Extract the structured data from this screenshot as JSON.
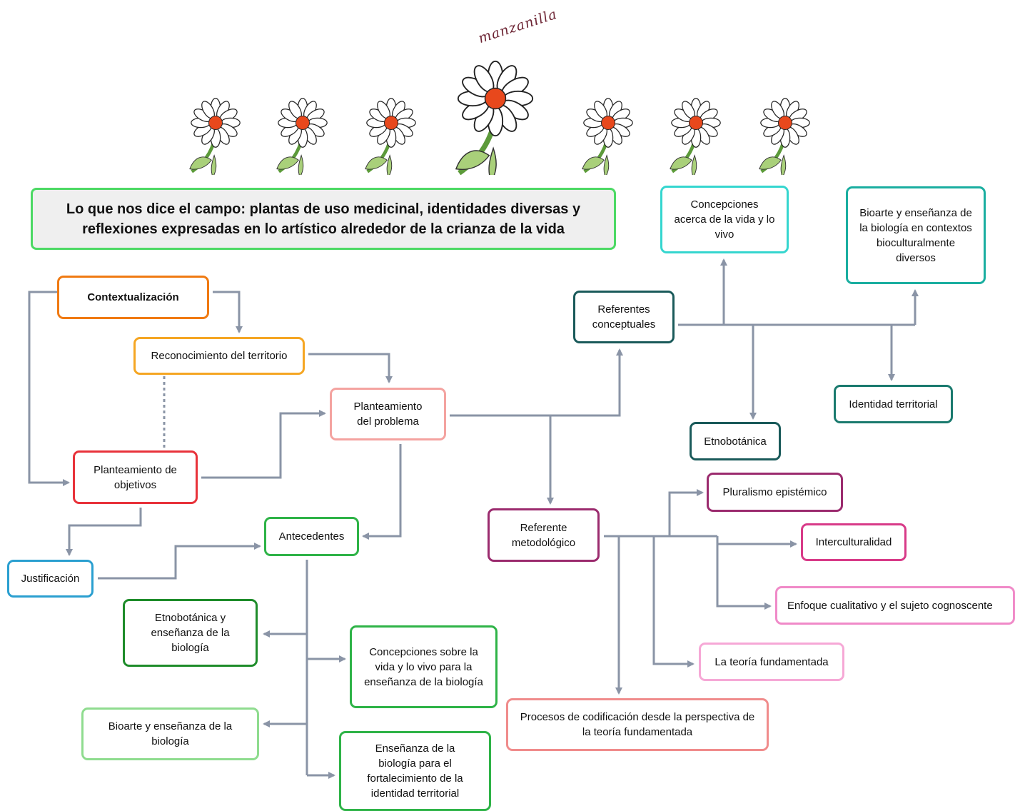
{
  "header": {
    "handwritten_word": "manzanilla",
    "title": "Lo que nos dice el campo: plantas de uso medicinal, identidades diversas y reflexiones expresadas en lo artístico alrededor de la crianza de la vida"
  },
  "nodes": {
    "contextualizacion": "Contextualización",
    "reconocimiento": "Reconocimiento del territorio",
    "planteamiento_objetivos": "Planteamiento de objetivos",
    "planteamiento_problema": "Planteamiento del problema",
    "justificacion": "Justificación",
    "antecedentes": "Antecedentes",
    "etnobotanica_ensenanza": "Etnobotánica y enseñanza de la biología",
    "concepciones_vida": "Concepciones sobre la vida y lo vivo para la enseñanza de la biología",
    "bioarte_ensenanza": "Bioarte y enseñanza de la biología",
    "ensenanza_identidad": "Enseñanza de la biología para el fortalecimiento de la identidad territorial",
    "referentes_conceptuales": "Referentes conceptuales",
    "concepciones_acerca": "Concepciones acerca de la vida y lo vivo",
    "bioarte_contextos": "Bioarte y enseñanza de la biología en contextos bioculturalmente diversos",
    "etnobotanica": "Etnobotánica",
    "identidad_territorial": "Identidad territorial",
    "referente_metodologico": "Referente metodológico",
    "pluralismo": "Pluralismo epistémico",
    "interculturalidad": "Interculturalidad",
    "enfoque_cualitativo": "Enfoque cualitativo y el sujeto cognoscente",
    "teoria_fundamentada": "La teoría fundamentada",
    "procesos_codificacion": "Procesos de codificación desde la perspectiva de la teoría fundamentada"
  },
  "colors": {
    "orange": "#f07a12",
    "amber": "#f5a623",
    "red": "#e8323a",
    "salmon": "#f4a3a0",
    "blue": "#2a9fd0",
    "green": "#2eb347",
    "dark_green": "#1e8c2a",
    "light_green": "#8fdc8f",
    "teal_dark": "#1a5a5a",
    "cyan": "#35d6cf",
    "teal": "#1aaea0",
    "teal_mid": "#1a7a6e",
    "purple": "#9b2b6e",
    "magenta": "#d83a88",
    "pink": "#f08ac8",
    "light_pink": "#f6a8d6",
    "coral": "#f08c8c",
    "connector": "#8a94a6",
    "title_border": "#4cd964"
  }
}
